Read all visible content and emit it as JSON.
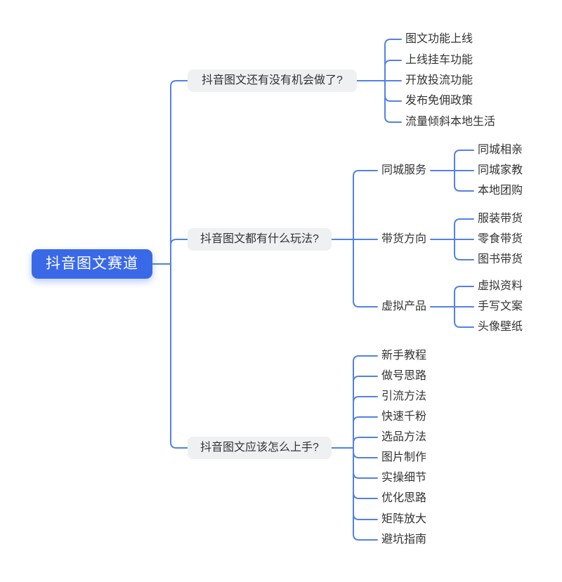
{
  "palette": {
    "root_bg": "#3a69e8",
    "root_text": "#ffffff",
    "branch_bg": "#eef0f2",
    "text": "#333333",
    "connector_line": "#5282e2",
    "background": "#ffffff"
  },
  "mindmap": {
    "root": {
      "label": "抖音图文赛道"
    },
    "branches": [
      {
        "label": "抖音图文还有没有机会做了?",
        "children": [
          {
            "label": "图文功能上线"
          },
          {
            "label": "上线挂车功能"
          },
          {
            "label": "开放投流功能"
          },
          {
            "label": "发布免佣政策"
          },
          {
            "label": "流量倾斜本地生活"
          }
        ]
      },
      {
        "label": "抖音图文都有什么玩法?",
        "children": [
          {
            "label": "同城服务",
            "children": [
              {
                "label": "同城相亲"
              },
              {
                "label": "同城家教"
              },
              {
                "label": "本地团购"
              }
            ]
          },
          {
            "label": "带货方向",
            "children": [
              {
                "label": "服装带货"
              },
              {
                "label": "零食带货"
              },
              {
                "label": "图书带货"
              }
            ]
          },
          {
            "label": "虚拟产品",
            "children": [
              {
                "label": "虚拟资料"
              },
              {
                "label": "手写文案"
              },
              {
                "label": "头像壁纸"
              }
            ]
          }
        ]
      },
      {
        "label": "抖音图文应该怎么上手?",
        "children": [
          {
            "label": "新手教程"
          },
          {
            "label": "做号思路"
          },
          {
            "label": "引流方法"
          },
          {
            "label": "快速千粉"
          },
          {
            "label": "选品方法"
          },
          {
            "label": "图片制作"
          },
          {
            "label": "实操细节"
          },
          {
            "label": "优化思路"
          },
          {
            "label": "矩阵放大"
          },
          {
            "label": "避坑指南"
          }
        ]
      }
    ]
  }
}
